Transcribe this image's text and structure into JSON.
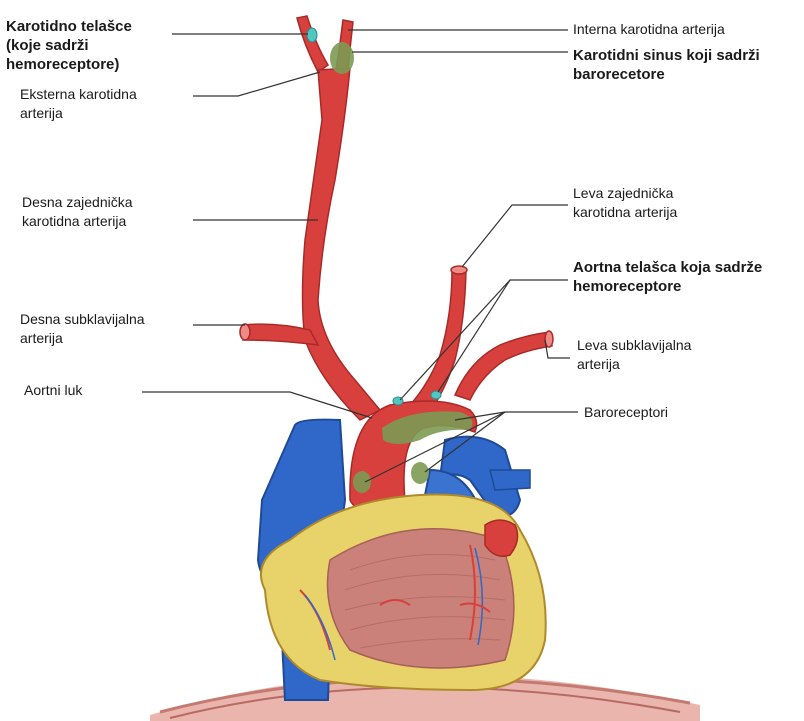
{
  "labels": {
    "carotid_body": [
      "Karotidno telašce",
      "(koje sadrži",
      "hemoreceptore)"
    ],
    "external_carotid": [
      "Eksterna karotidna",
      "arterija"
    ],
    "right_common_carotid": [
      "Desna zajednička",
      "karotidna arterija"
    ],
    "right_subclavian": [
      "Desna subklavijalna",
      "arterija"
    ],
    "aortic_arch": [
      "Aortni luk"
    ],
    "internal_carotid": [
      "Interna karotidna arterija"
    ],
    "carotid_sinus": [
      "Karotidni sinus koji sadrži",
      "barorecetore"
    ],
    "left_common_carotid": [
      "Leva zajednička",
      "karotidna arterija"
    ],
    "aortic_bodies": [
      "Aortna telašca koja sadrže",
      "hemoreceptore"
    ],
    "left_subclavian": [
      "Leva subklavijalna",
      "arterija"
    ],
    "baroreceptors": [
      "Baroreceptori"
    ]
  },
  "colors": {
    "artery": "#d8403d",
    "artery_dark": "#a82a28",
    "vein": "#2f68c8",
    "vein_dark": "#1f4a98",
    "fat": "#e8d36a",
    "muscle": "#c9817a",
    "receptor_green": "#7c9a52",
    "chemoreceptor_teal": "#4fc7c4",
    "leader_line": "#333333"
  }
}
